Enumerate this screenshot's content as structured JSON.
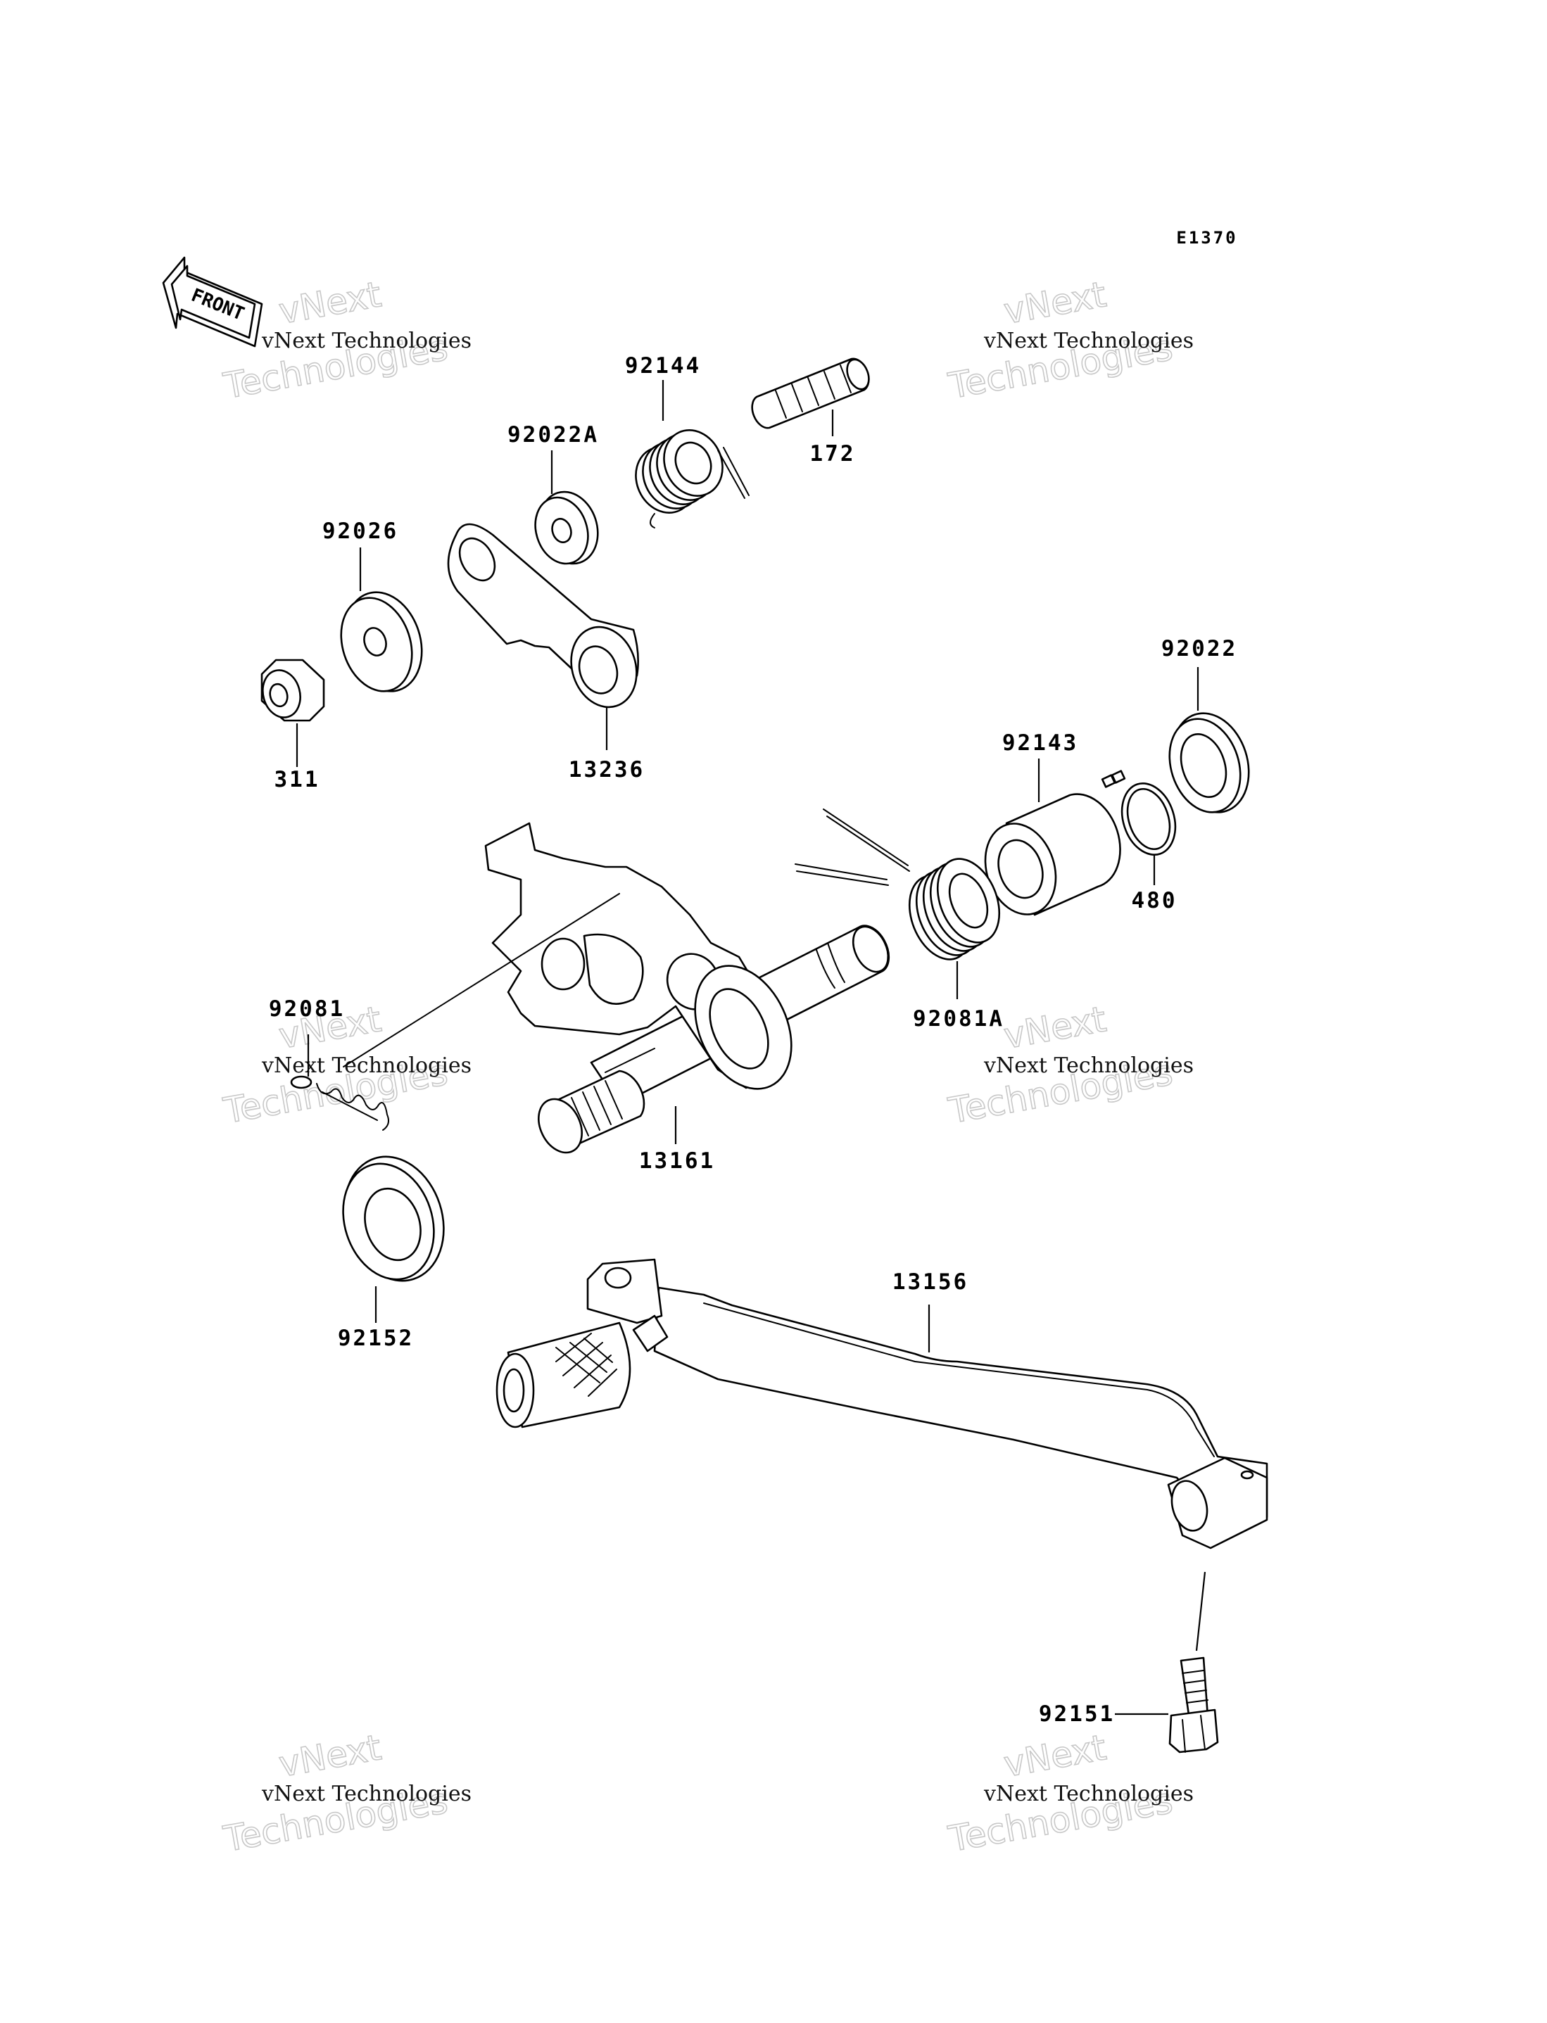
{
  "diagram_code": "E1370",
  "front_label": "FRONT",
  "parts": [
    {
      "id": "p92144",
      "number": "92144",
      "icon": "torsion-spring"
    },
    {
      "id": "p172",
      "number": "172",
      "icon": "pin"
    },
    {
      "id": "p92022A",
      "number": "92022A",
      "icon": "washer"
    },
    {
      "id": "p92026",
      "number": "92026",
      "icon": "washer"
    },
    {
      "id": "p311",
      "number": "311",
      "icon": "nut"
    },
    {
      "id": "p13236",
      "number": "13236",
      "icon": "lever"
    },
    {
      "id": "p92022",
      "number": "92022",
      "icon": "washer"
    },
    {
      "id": "p92143",
      "number": "92143",
      "icon": "collar"
    },
    {
      "id": "p480",
      "number": "480",
      "icon": "circlip"
    },
    {
      "id": "p92081A",
      "number": "92081A",
      "icon": "torsion-spring"
    },
    {
      "id": "p92081",
      "number": "92081",
      "icon": "spring"
    },
    {
      "id": "p13161",
      "number": "13161",
      "icon": "shift-shaft"
    },
    {
      "id": "p92152",
      "number": "92152",
      "icon": "oil-seal"
    },
    {
      "id": "p13156",
      "number": "13156",
      "icon": "shift-pedal"
    },
    {
      "id": "p92151",
      "number": "92151",
      "icon": "bolt"
    }
  ],
  "watermark": {
    "line1": "vNext Technologies",
    "big_top": "vNext",
    "big_bottom": "Technologies"
  }
}
